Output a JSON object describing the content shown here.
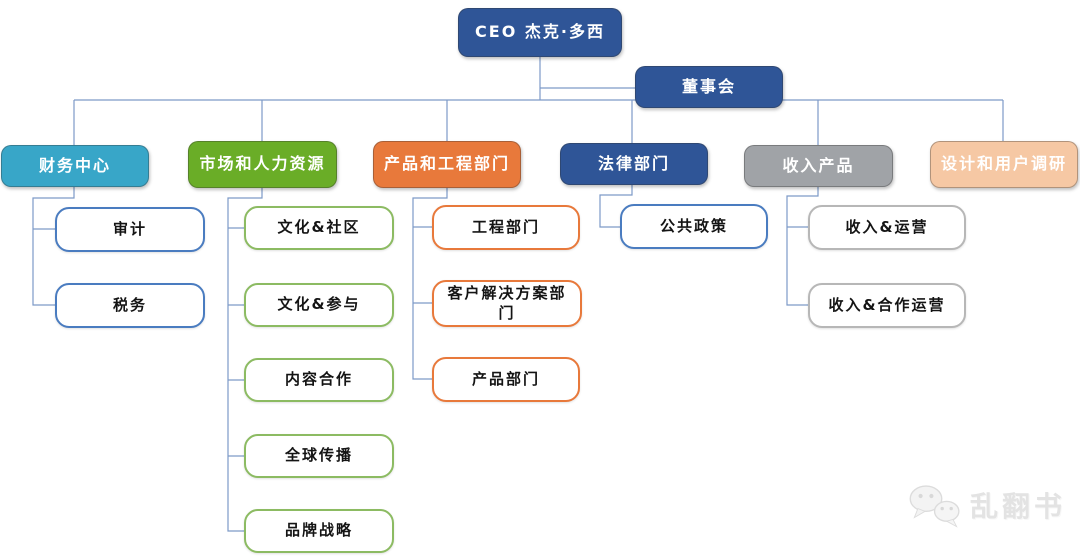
{
  "org": {
    "ceo": {
      "label": "CEO 杰克·多西"
    },
    "board": {
      "label": "董事会"
    },
    "departments": [
      {
        "label": "财务中心",
        "children": [
          {
            "label": "审计"
          },
          {
            "label": "税务"
          }
        ]
      },
      {
        "label": "市场和人力资源",
        "children": [
          {
            "label": "文化&社区"
          },
          {
            "label": "文化&参与"
          },
          {
            "label": "内容合作"
          },
          {
            "label": "全球传播"
          },
          {
            "label": "品牌战略"
          }
        ]
      },
      {
        "label": "产品和工程部门",
        "children": [
          {
            "label": "工程部门"
          },
          {
            "label": "客户解决方案部门"
          },
          {
            "label": "产品部门"
          }
        ]
      },
      {
        "label": "法律部门",
        "children": [
          {
            "label": "公共政策"
          }
        ]
      },
      {
        "label": "收入产品",
        "children": [
          {
            "label": "收入&运营"
          },
          {
            "label": "收入&合作运营"
          }
        ]
      },
      {
        "label": "设计和用户调研",
        "children": []
      }
    ]
  },
  "watermark": {
    "text": "乱翻书"
  },
  "colors": {
    "dark_blue": "#2f5597",
    "teal": "#38a6c8",
    "green": "#6aad27",
    "orange": "#e8793b",
    "gray": "#a0a3a7",
    "peach": "#f6c8a4",
    "child_border_blue": "#4a7cc0",
    "child_border_green": "#8cbb62",
    "child_border_orange": "#e8793b",
    "child_border_gray": "#b7b7b7",
    "connector": "#7d9ac8"
  }
}
